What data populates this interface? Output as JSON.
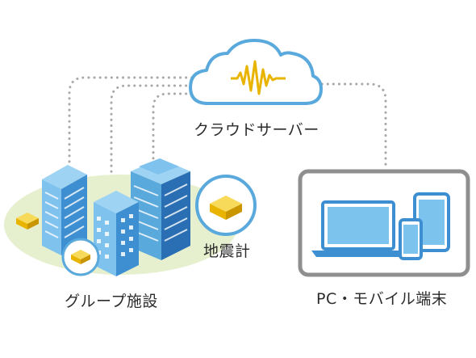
{
  "cloud": {
    "label": "クラウドサーバー",
    "icon": "cloud-waveform-icon"
  },
  "facilities": {
    "label": "グループ施設",
    "icon": "buildings-icon"
  },
  "sensor": {
    "label": "地震計",
    "icon": "seismometer-icon"
  },
  "devices": {
    "label": "PC・モバイル端末",
    "icons": [
      "laptop-icon",
      "tablet-icon",
      "smartphone-icon"
    ]
  },
  "colors": {
    "outline": "#5aa9dc",
    "cloud_fill": "#ffffff",
    "waveform": "#e8b400",
    "building_light": "#7fc2ee",
    "building_mid": "#3d8fd1",
    "building_dark": "#2a6fb3",
    "ground": "#e6f0cf",
    "device_frame": "#8f8f8f",
    "device_screen": "#7cc4ee",
    "dots": "#a8a8a8"
  }
}
